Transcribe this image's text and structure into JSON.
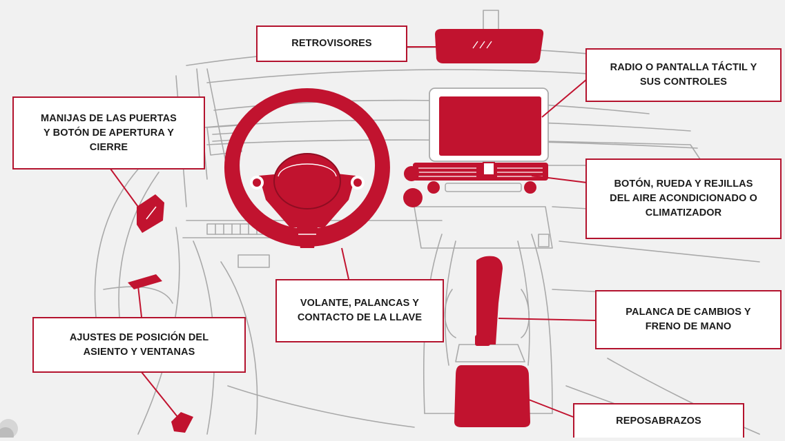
{
  "colors": {
    "accent": "#c1132f",
    "accent_dark": "#8e0d22",
    "line": "#a9a9a9",
    "background": "#f1f1f1"
  },
  "callouts": {
    "mirrors": "RETROVISORES",
    "radio": "RADIO O PANTALLA TÁCTIL Y\nSUS CONTROLES",
    "door": "MANIJAS DE LAS PUERTAS\nY BOTÓN DE APERTURA Y\nCIERRE",
    "climate": "BOTÓN, RUEDA Y REJILLAS\nDEL AIRE ACONDICIONADO O\nCLIMATIZADOR",
    "wheel": "VOLANTE, PALANCAS Y\nCONTACTO DE LA LLAVE",
    "gear": "PALANCA DE CAMBIOS Y\nFRENO DE MANO",
    "seat": "AJUSTES DE POSICIÓN DEL\nASIENTO Y VENTANAS",
    "armrest": "REPOSABRAZOS"
  }
}
